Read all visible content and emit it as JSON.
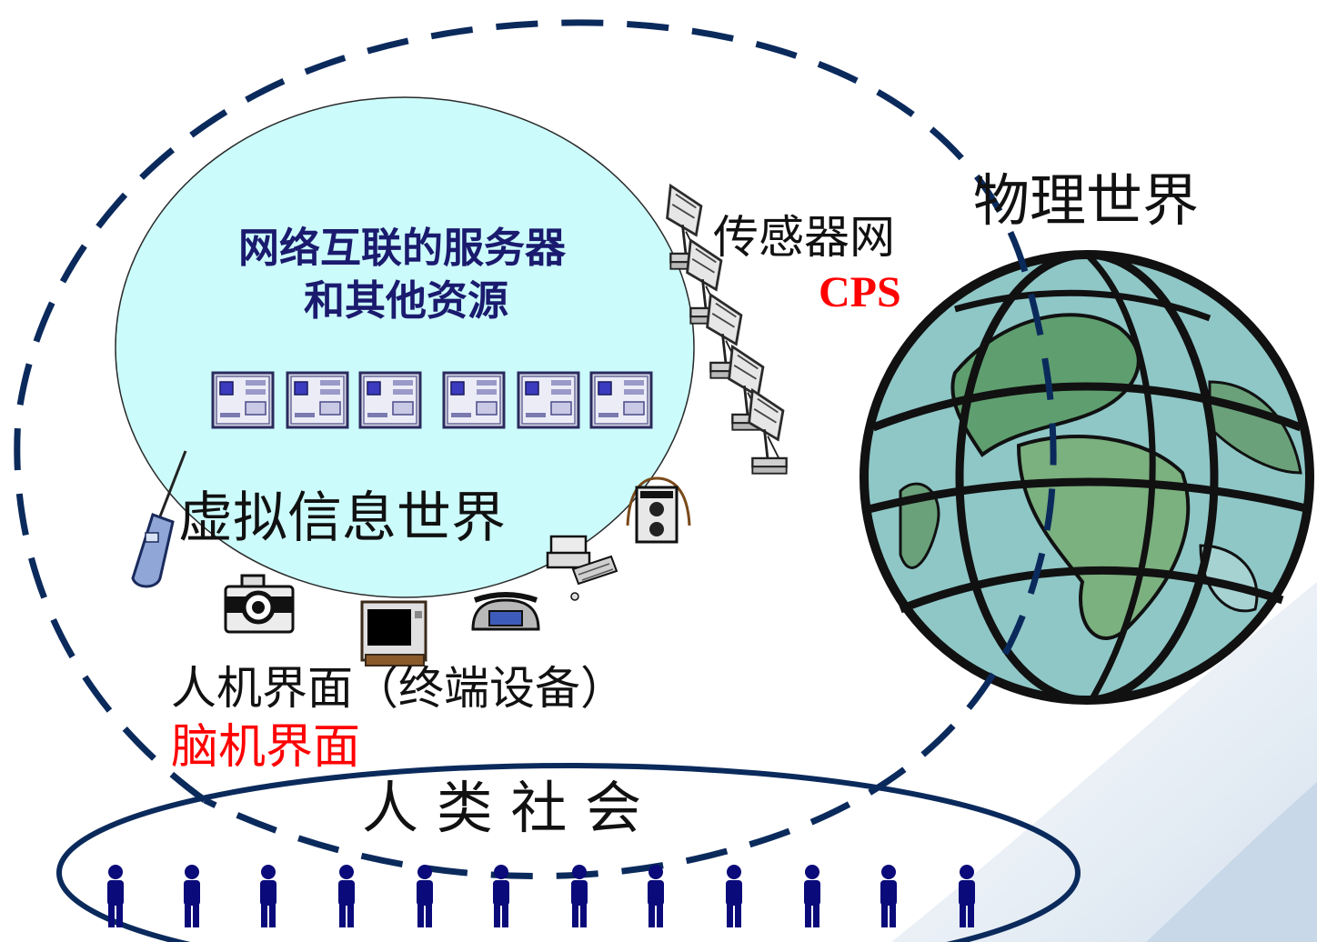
{
  "diagram": {
    "cloud_text_line1": "网络互联的服务器",
    "cloud_text_line2": "和其他资源",
    "virtual_world": "虚拟信息世界",
    "sensor_network": "传感器网",
    "cps": "CPS",
    "physical_world": "物理世界",
    "hmi": "人机界面（终端设备）",
    "bci": "脑机界面",
    "human_society": "人 类 社 会"
  },
  "colors": {
    "cloud_fill": "#ccfbfb",
    "dashed_line": "#0b2a5c",
    "accent_red": "#ff0000",
    "cloud_text": "#1a1a6e",
    "people": "#0a0a7a",
    "globe_ocean": "#8fc7c7",
    "globe_land": "#5f9f6f"
  },
  "icons": [
    "server-icon",
    "antenna-dish-icon",
    "mobile-phone-icon",
    "camera-icon",
    "television-icon",
    "telephone-icon",
    "computer-terminal-icon",
    "speaker-icon",
    "globe-icon",
    "person-icon"
  ]
}
